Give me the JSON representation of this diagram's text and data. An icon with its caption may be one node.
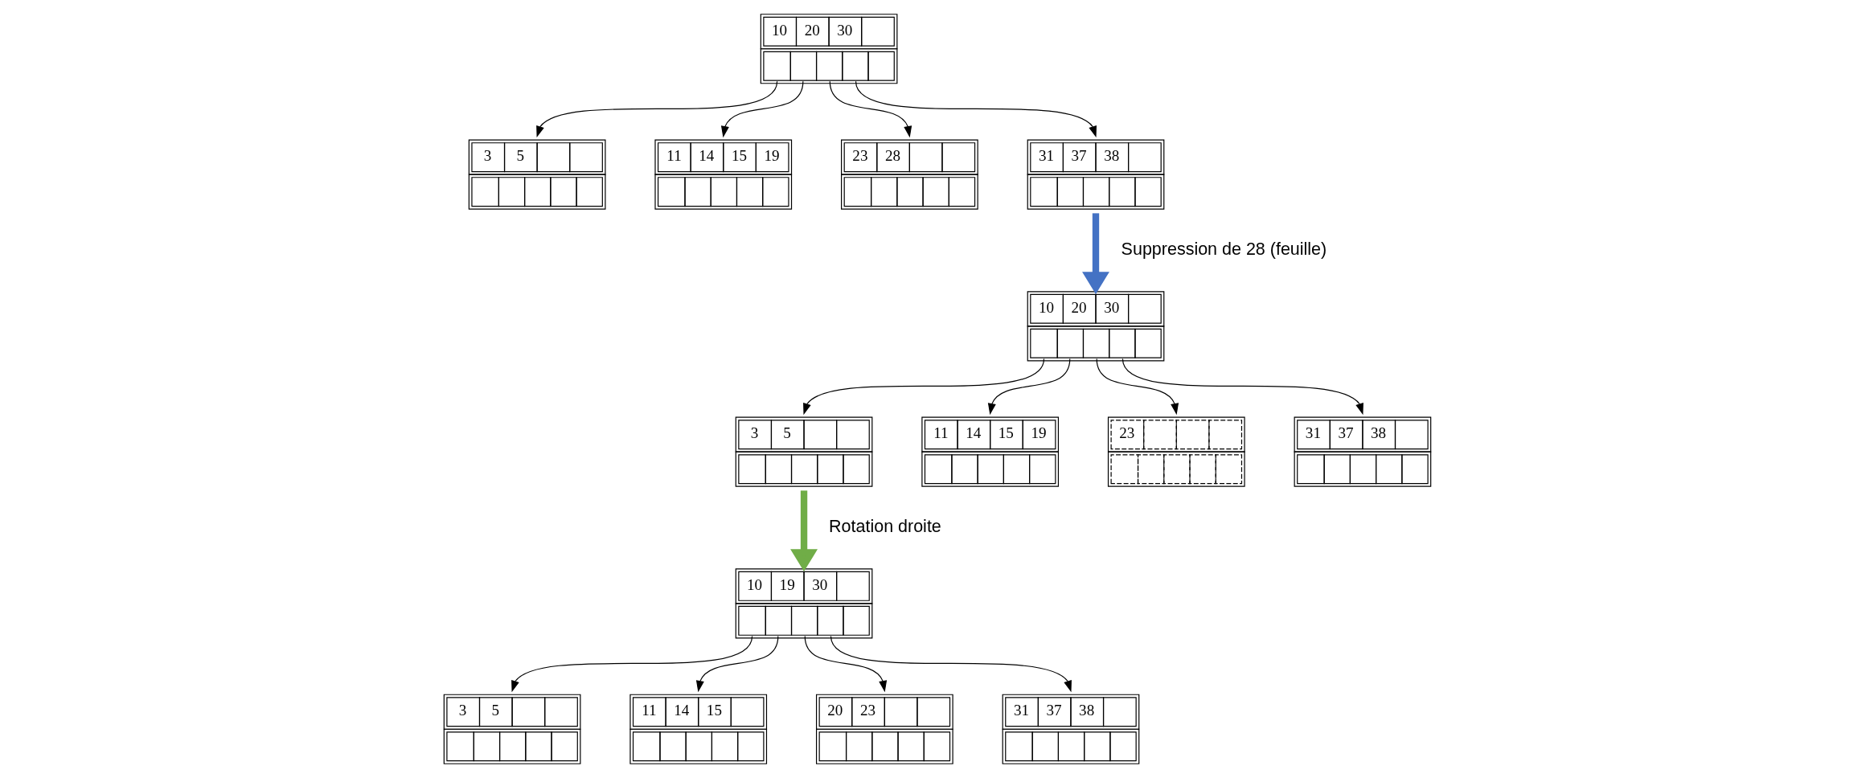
{
  "diagram": {
    "nodes": [
      {
        "text": [
          "10",
          "20",
          "30"
        ]
      },
      {
        "text": [
          "3",
          "5"
        ]
      },
      {
        "text": [
          "11",
          "14",
          "15",
          "19"
        ]
      },
      {
        "text": [
          "23",
          "28"
        ]
      },
      {
        "text": [
          "31",
          "37",
          "38"
        ]
      },
      {
        "text": [
          "10",
          "20",
          "30"
        ]
      },
      {
        "text": [
          "3",
          "5"
        ]
      },
      {
        "text": [
          "11",
          "14",
          "15",
          "19"
        ]
      },
      {
        "text": [
          "23"
        ]
      },
      {
        "text": [
          "31",
          "37",
          "38"
        ]
      },
      {
        "text": [
          "10",
          "19",
          "30"
        ]
      },
      {
        "text": [
          "3",
          "5"
        ]
      },
      {
        "text": [
          "11",
          "14",
          "15"
        ]
      },
      {
        "text": [
          "20",
          "23"
        ]
      },
      {
        "text": [
          "31",
          "37",
          "38"
        ]
      }
    ],
    "edges": [
      {
        "from": 0,
        "to": 1,
        "arrow": "to"
      },
      {
        "from": 0,
        "to": 2,
        "arrow": "to"
      },
      {
        "from": 0,
        "to": 3,
        "arrow": "to"
      },
      {
        "from": 0,
        "to": 4,
        "arrow": "to"
      },
      {
        "from": 4,
        "to": 5,
        "arrow": "to",
        "label": "Suppression de 28 (feuille)",
        "style": "thick",
        "color": "#4472c4"
      },
      {
        "from": 5,
        "to": 6,
        "arrow": "to"
      },
      {
        "from": 5,
        "to": 7,
        "arrow": "to"
      },
      {
        "from": 5,
        "to": 8,
        "arrow": "to"
      },
      {
        "from": 5,
        "to": 9,
        "arrow": "to"
      },
      {
        "from": 6,
        "to": 10,
        "arrow": "to",
        "label": "Rotation droite",
        "style": "thick",
        "color": "#70ad47"
      },
      {
        "from": 10,
        "to": 11,
        "arrow": "to"
      },
      {
        "from": 10,
        "to": 12,
        "arrow": "to"
      },
      {
        "from": 10,
        "to": 13,
        "arrow": "to"
      },
      {
        "from": 10,
        "to": 14,
        "arrow": "to"
      }
    ]
  }
}
